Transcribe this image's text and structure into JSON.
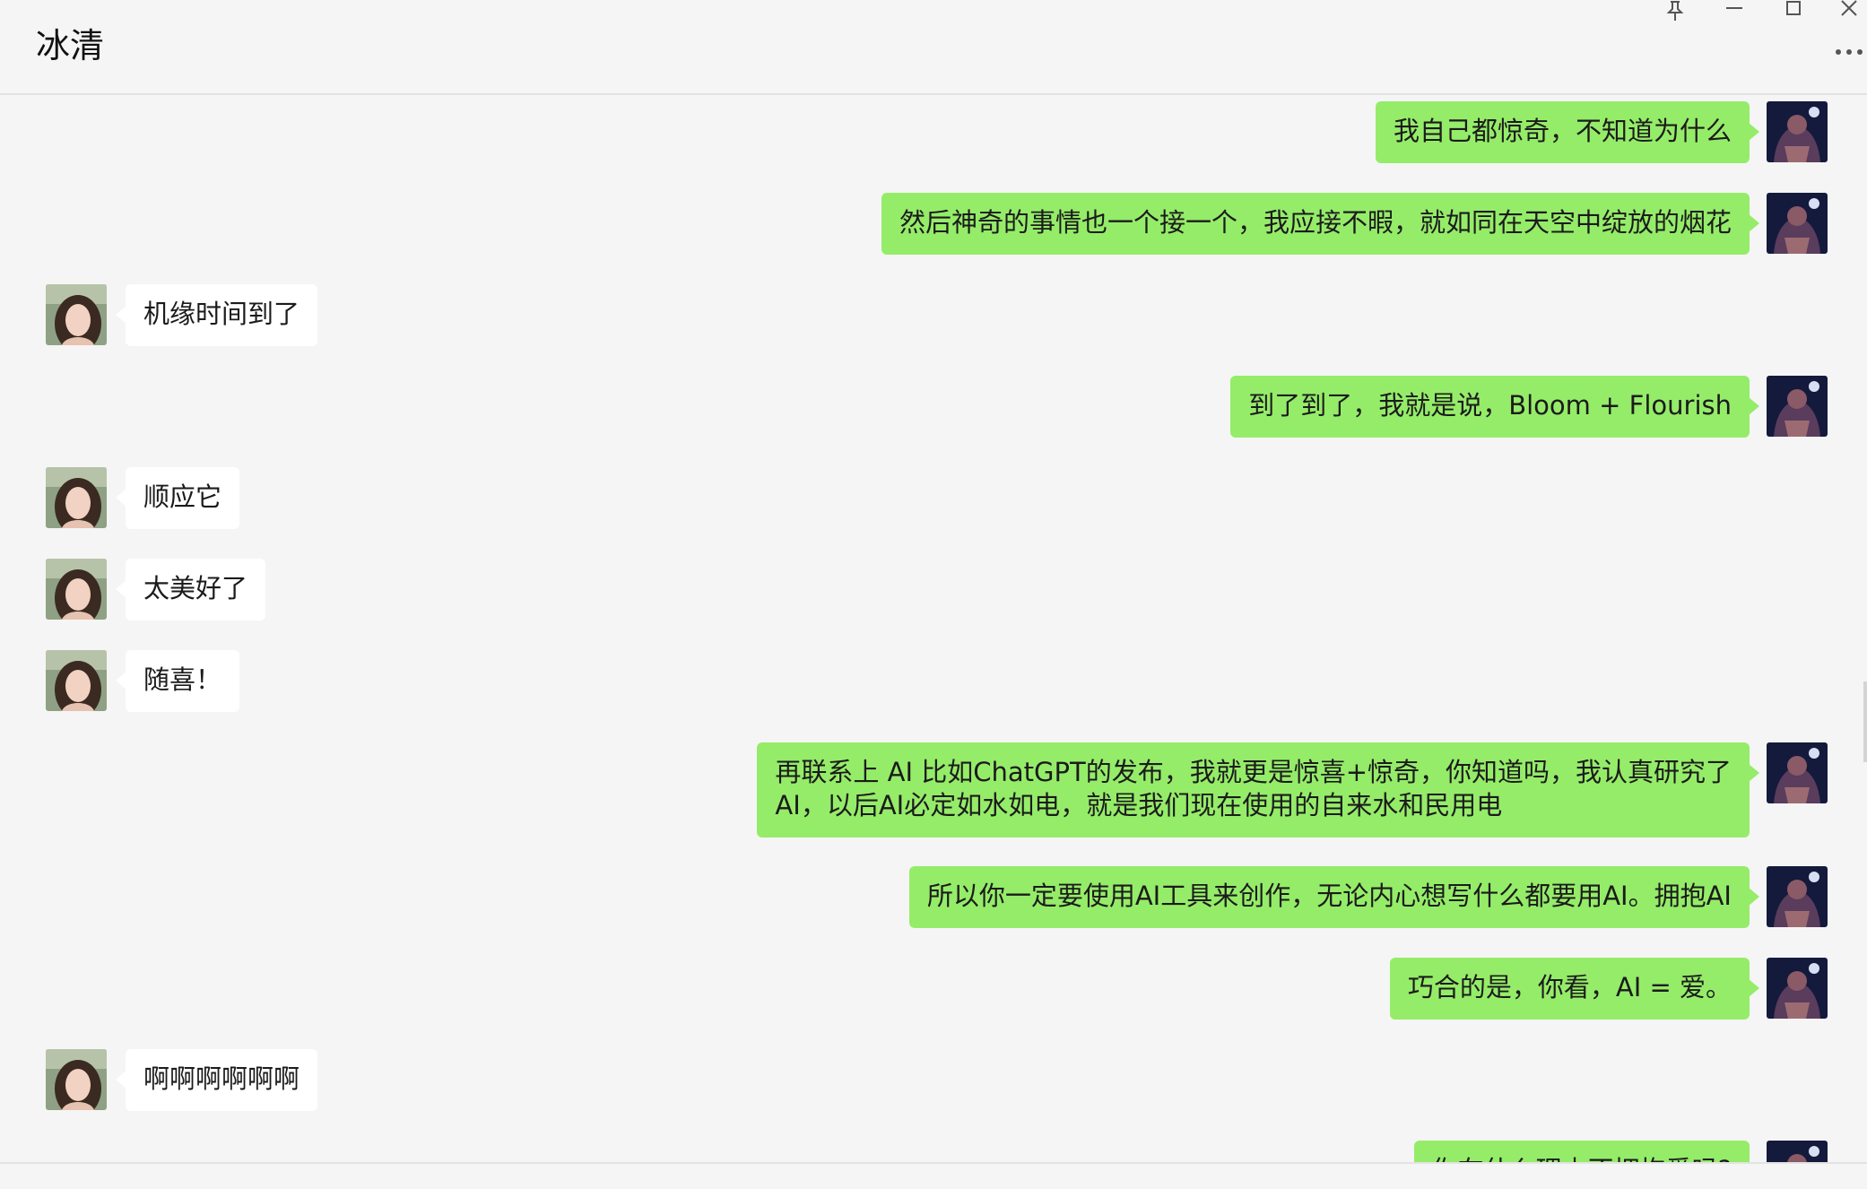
{
  "window": {
    "title": "冰清",
    "icons": [
      "pin-icon",
      "minimize-icon",
      "maximize-icon",
      "close-icon",
      "more-icon"
    ]
  },
  "messages": [
    {
      "direction": "out",
      "text": "我自己都惊奇，不知道为什么"
    },
    {
      "direction": "out",
      "text": "然后神奇的事情也一个接一个，我应接不暇，就如同在天空中绽放的烟花"
    },
    {
      "direction": "in",
      "text": "机缘时间到了"
    },
    {
      "direction": "out",
      "text": "到了到了，我就是说，Bloom + Flourish"
    },
    {
      "direction": "in",
      "text": "顺应它"
    },
    {
      "direction": "in",
      "text": "太美好了"
    },
    {
      "direction": "in",
      "text": "随喜！"
    },
    {
      "direction": "out",
      "text_lines": [
        "再联系上 AI 比如ChatGPT的发布，我就更是惊喜+惊奇，你知道吗，我认真研究了",
        "AI，以后AI必定如水如电，就是我们现在使用的自来水和民用电"
      ]
    },
    {
      "direction": "out",
      "text": "所以你一定要使用AI工具来创作，无论内心想写什么都要用AI。拥抱AI"
    },
    {
      "direction": "out",
      "text": "巧合的是，你看，AI = 爱。"
    },
    {
      "direction": "in",
      "text": "啊啊啊啊啊啊"
    },
    {
      "direction": "out",
      "text": "你在什么理由不拥抱爱吗?"
    }
  ],
  "colors": {
    "outgoing_bubble": "#95ec69",
    "incoming_bubble": "#ffffff",
    "background": "#f5f5f5"
  }
}
